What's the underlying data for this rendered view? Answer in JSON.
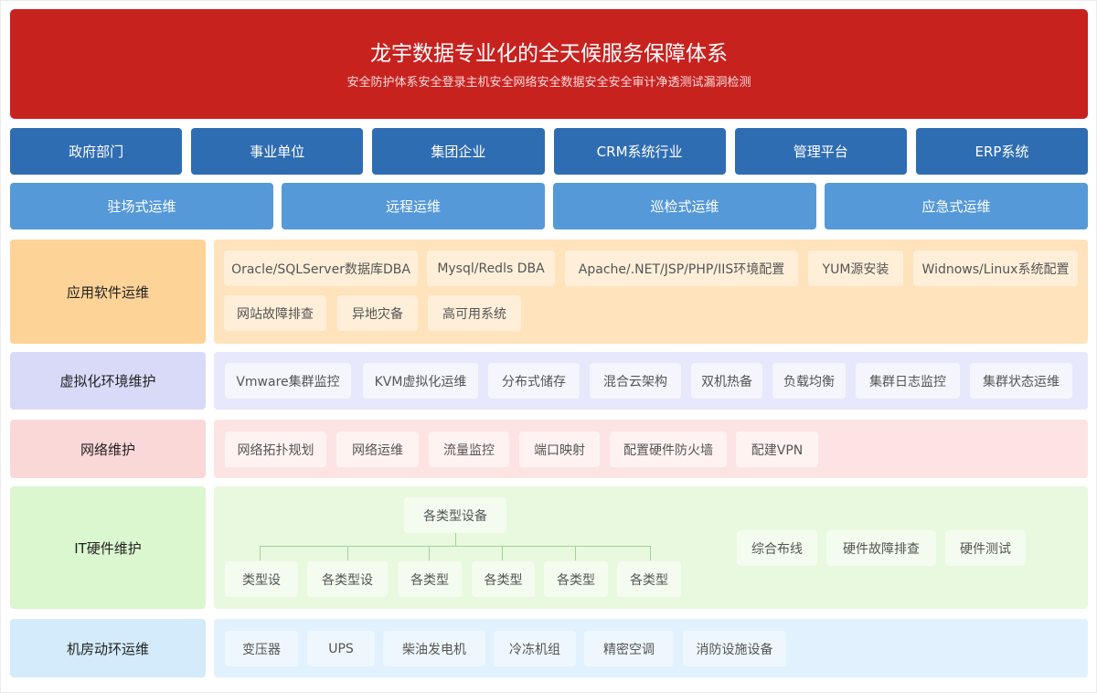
{
  "header": {
    "title": "龙宇数据专业化的全天候服务保障体系",
    "subtitle": "安全防护体系安全登录主机安全网络安全数据安全安全审计净透测试漏洞检测"
  },
  "categories": [
    "政府部门",
    "事业单位",
    "集团企业",
    "CRM系统行业",
    "管理平台",
    "ERP系统"
  ],
  "modes": [
    "驻场式运维",
    "远程运维",
    "巡检式运维",
    "应急式运维"
  ],
  "sections": {
    "app": {
      "label": "应用软件运维",
      "items": [
        "Oracle/SQLServer数据库DBA",
        "Mysql/Redls DBA",
        "Apache/.NET/JSP/PHP/IIS环境配置",
        "YUM源安装",
        "Widnows/Linux系统配置",
        "网站故障排查",
        "异地灾备",
        "高可用系统"
      ]
    },
    "virt": {
      "label": "虚拟化环境维护",
      "items": [
        "Vmware集群监控",
        "KVM虚拟化运维",
        "分布式储存",
        "混合云架构",
        "双机热备",
        "负载均衡",
        "集群日志监控",
        "集群状态运维"
      ]
    },
    "net": {
      "label": "网络维护",
      "items": [
        "网络拓扑规划",
        "网络运维",
        "流量监控",
        "端口映射",
        "配置硬件防火墙",
        "配建VPN"
      ]
    },
    "hw": {
      "label": "IT硬件维护",
      "root": "各类型设备",
      "children": [
        "类型设",
        "各类型设",
        "各类型",
        "各类型",
        "各类型",
        "各类型"
      ],
      "items": [
        "综合布线",
        "硬件故障排查",
        "硬件测试"
      ]
    },
    "room": {
      "label": "机房动环运维",
      "items": [
        "变压器",
        "UPS",
        "柴油发电机",
        "冷冻机组",
        "精密空调",
        "消防设施设备"
      ]
    }
  }
}
